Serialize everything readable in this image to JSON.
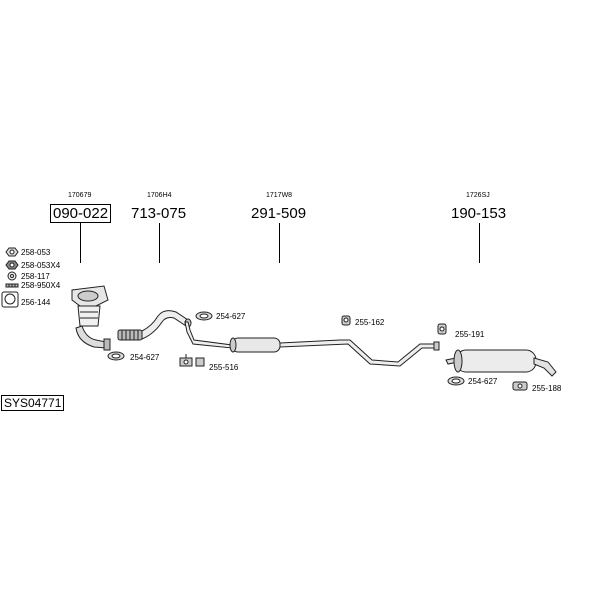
{
  "columns": [
    {
      "ref": "170679",
      "part": "090-022"
    },
    {
      "ref": "1706H4",
      "part": "713-075"
    },
    {
      "ref": "1717W8",
      "part": "291-509"
    },
    {
      "ref": "1726SJ",
      "part": "190-153"
    }
  ],
  "legend": [
    {
      "icon": "hex-nut-icon",
      "code": "258-053"
    },
    {
      "icon": "hex-nut-icon",
      "code": "258-053X4"
    },
    {
      "icon": "washer-icon",
      "code": "258-117"
    },
    {
      "icon": "stud-icon",
      "code": "258-950X4"
    },
    {
      "icon": "gasket-icon",
      "code": "256-144"
    }
  ],
  "fittings": {
    "clamp_front": "254-627",
    "clamp_mid": "254-627",
    "bracket_516": "255-516",
    "hanger_162": "255-162",
    "hanger_191": "255-191",
    "clamp_rear": "254-627",
    "hanger_188": "255-188"
  },
  "system_code": "SYS04771"
}
